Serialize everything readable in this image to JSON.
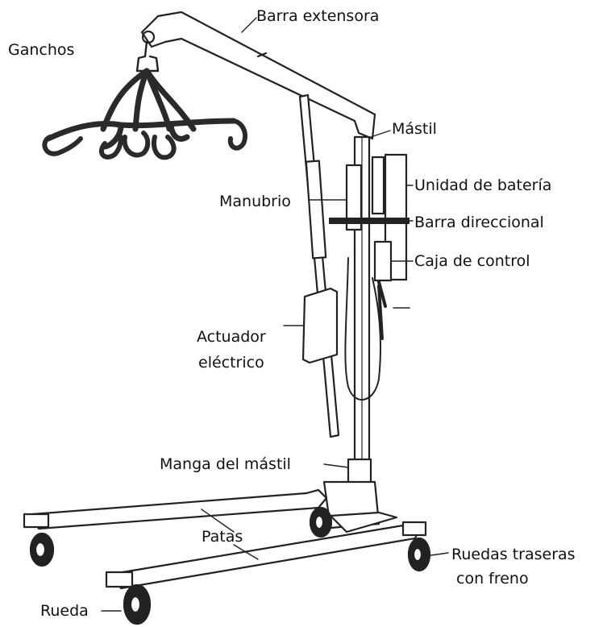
{
  "labels": {
    "ganchos": "Ganchos",
    "barra_extensora": "Barra extensora",
    "mastil": "Mástil",
    "unidad_bateria": "Unidad de batería",
    "manubrio": "Manubrio",
    "barra_direccional": "Barra direccional",
    "caja_control": "Caja de control",
    "actuador_1": "Actuador",
    "actuador_2": "eléctrico",
    "manga_mastil": "Manga del mástil",
    "patas": "Patas",
    "ruedas_traseras_1": "Ruedas traseras",
    "ruedas_traseras_2": "con freno",
    "rueda": "Rueda"
  },
  "colors": {
    "line": "#222222",
    "sling": "#2a2a2a",
    "fill": "#ffffff"
  }
}
